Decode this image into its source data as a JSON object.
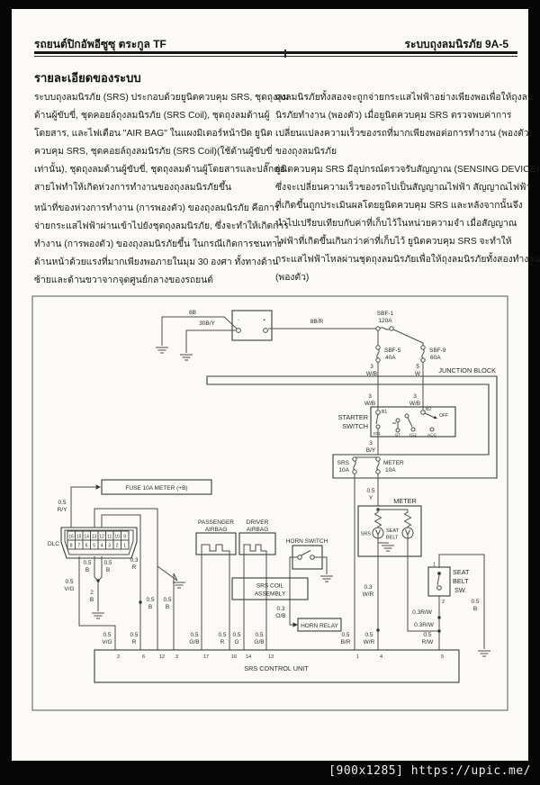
{
  "page": {
    "header_left": "รถยนต์ปิกอัพอีซูซุ ตระกูล TF",
    "header_right": "ระบบถุงลมนิรภัย 9A-5",
    "section_title": "รายละเอียดของระบบ",
    "watermark": "[900x1285] https://upic.me/"
  },
  "article": {
    "left1": [
      "ระบบถุงลมนิรภัย (SRS) ประกอบด้วยยูนิตควบคุม SRS, ชุดถุงลม",
      "ด้านผู้ขับขี่, ชุดคอยล์ถุงลมนิรภัย (SRS Coil), ชุดถุงลมด้านผู้",
      "โดยสาร, และไฟเตือน \"AIR BAG\" ในแผงมิเตอร์หน้าปัด ยูนิต",
      "ควบคุม SRS, ชุดคอยล์ถุงลมนิรภัย (SRS Coil)(ใช้ด้านผู้ขับขี่",
      "เท่านั้น), ชุดถุงลมด้านผู้ขับขี่, ชุดถุงลมด้านผู้โดยสารและปลั๊กต่อ",
      "สายไฟทำให้เกิดห่วงการทำงานของถุงลมนิรภัยขึ้น"
    ],
    "left2": [
      "หน้าที่ของห่วงการทำงาน (การพองตัว) ของถุงลมนิรภัย คือการ",
      "จ่ายกระแสไฟฟ้าผ่านเข้าไปยังชุดถุงลมนิรภัย, ซึ่งจะทำให้เกิดการ",
      "ทำงาน (การพองตัว) ของถุงลมนิรภัยขึ้น ในกรณีเกิดการชนทาง",
      "ด้านหน้าด้วยแรงที่มากเพียงพอภายในมุม 30 องศา ทั้งทางด้าน",
      "ซ้ายและด้านขวาจากจุดศูนย์กลางของรถยนต์"
    ],
    "right1": [
      "ถุงลมนิรภัยทั้งสองจะถูกจ่ายกระแสไฟฟ้าอย่างเพียงพอเพื่อให้ถุงลม",
      "นิรภัยทำงาน (พองตัว) เมื่อยูนิตควบคุม SRS ตรวจพบค่าการ",
      "เปลี่ยนแปลงความเร็วของรถที่มากเพียงพอต่อการทำงาน (พองตัว)",
      "ของถุงลมนิรภัย"
    ],
    "right2": [
      "ยูนิตควบคุม SRS มีอุปกรณ์ตรวจรับสัญญาณ (SENSING DEVICE)",
      "ซึ่งจะเปลี่ยนความเร็วของรถไปเป็นสัญญาณไฟฟ้า สัญญาณไฟฟ้า",
      "ที่เกิดขึ้นถูกประเมินผลโดยยูนิตควบคุม SRS และหลังจากนั้นจึง",
      "นำไปเปรียบเทียบกับค่าที่เก็บไว้ในหน่วยความจำ เมื่อสัญญาณ",
      "ไฟฟ้าที่เกิดขึ้นเกินกว่าค่าที่เก็บไว้ ยูนิตควบคุม SRS จะทำให้",
      "กระแสไฟฟ้าไหลผ่านชุดถุงลมนิรภัยเพื่อให้ถุงลมนิรภัยทั้งสองทำงาน",
      "(พองตัว)"
    ]
  },
  "diagram": {
    "battery": {
      "minus": "-",
      "plus": "+"
    },
    "wires": {
      "w8b": "8B",
      "w30by": "30B/Y",
      "w8br": "8B/R"
    },
    "fuses": {
      "sbf1": {
        "name": "SBF-1",
        "amp": "120A"
      },
      "sbf5": {
        "name": "SBF-5",
        "amp": "40A"
      },
      "sbf9": {
        "name": "SBF-9",
        "amp": "60A"
      },
      "srs": {
        "name": "SRS",
        "amp": "10A"
      },
      "meter": {
        "name": "METER",
        "amp": "10A"
      }
    },
    "labels": {
      "junction_block": "JUNCTION BLOCK",
      "starter1": "STARTER",
      "starter2": "SWITCH",
      "meter": "METER",
      "srs_lamp": "SRS",
      "belt_lamp1": "SEAT",
      "belt_lamp2": "BELT",
      "sbsw1": "SEAT",
      "sbsw2": "BELT",
      "sbsw3": "SW.",
      "horn_switch": "HORN SWITCH",
      "horn_relay": "HORN RELAY",
      "coil1": "SRS COIL",
      "coil2": "ASSEMBLY",
      "pass1": "PASSENGER",
      "pass2": "AIRBAG",
      "drv1": "DRIVER",
      "drv2": "AIRBAG",
      "fuse_callout": "FUSE 10A METER (+B)",
      "dlc": "DLC",
      "control_unit": "SRS CONTROL UNIT"
    },
    "starter_terminals": {
      "b1": "B1",
      "b2": "B2",
      "off": "OFF",
      "ig1": "IG1",
      "st": "ST",
      "ig2": "IG2",
      "acc": "ACC"
    },
    "seat_belt_terminals": {
      "t1": "1",
      "t2": "2"
    },
    "dlc_top": [
      "16",
      "15",
      "14",
      "13",
      "12",
      "11",
      "10",
      "9"
    ],
    "dlc_bot": [
      "8",
      "7",
      "6",
      "5",
      "4",
      "3",
      "2",
      "1"
    ],
    "ecu_pins": [
      "2",
      "6",
      "12",
      "3",
      "17",
      "16",
      "14",
      "13",
      "1",
      "4",
      "5"
    ],
    "tags": {
      "t_3wb_a": {
        "s": "3",
        "c": "W/B"
      },
      "t_5w": {
        "s": "5",
        "c": "W"
      },
      "t_3wb_b": {
        "s": "3",
        "c": "W/B"
      },
      "t_3wb_c": {
        "s": "3",
        "c": "W/B"
      },
      "t_3by": {
        "s": "3",
        "c": "B/Y"
      },
      "t_05y": {
        "s": "0.5",
        "c": "Y"
      },
      "t_03wr": {
        "s": "0.3",
        "c": "W/R"
      },
      "t_03rw1": "0.3R/W",
      "t_03rw2": "0.3R/W",
      "t_05b_sb": {
        "s": "0.5",
        "c": "B"
      },
      "t_05ry": {
        "s": "0.5",
        "c": "R/Y"
      },
      "t_05b_d1": {
        "s": "0.5",
        "c": "B"
      },
      "t_05b_d2": {
        "s": "0.5",
        "c": "B"
      },
      "t_2b": {
        "s": "2",
        "c": "B"
      },
      "t_05vg": {
        "s": "0.5",
        "c": "V/G"
      },
      "t_03r": {
        "s": "0.3",
        "c": "R"
      },
      "t_05b_g1": {
        "s": "0.5",
        "c": "B"
      },
      "t_05b_g2": {
        "s": "0.5",
        "c": "B"
      },
      "t_03ob": {
        "s": "0.3",
        "c": "O/B"
      },
      "p2": {
        "s": "0.5",
        "c": "V/G"
      },
      "p6": {
        "s": "0.5",
        "c": "R"
      },
      "p17": {
        "s": "0.5",
        "c": "G/B"
      },
      "p16": {
        "s": "0.5",
        "c": "R"
      },
      "p14": {
        "s": "0.5",
        "c": "G"
      },
      "p13": {
        "s": "0.5",
        "c": "G/B"
      },
      "p1": {
        "s": "0.5",
        "c": "B/R"
      },
      "p4": {
        "s": "0.5",
        "c": "W/R"
      },
      "p5": {
        "s": "0.5",
        "c": "R/W"
      }
    }
  }
}
